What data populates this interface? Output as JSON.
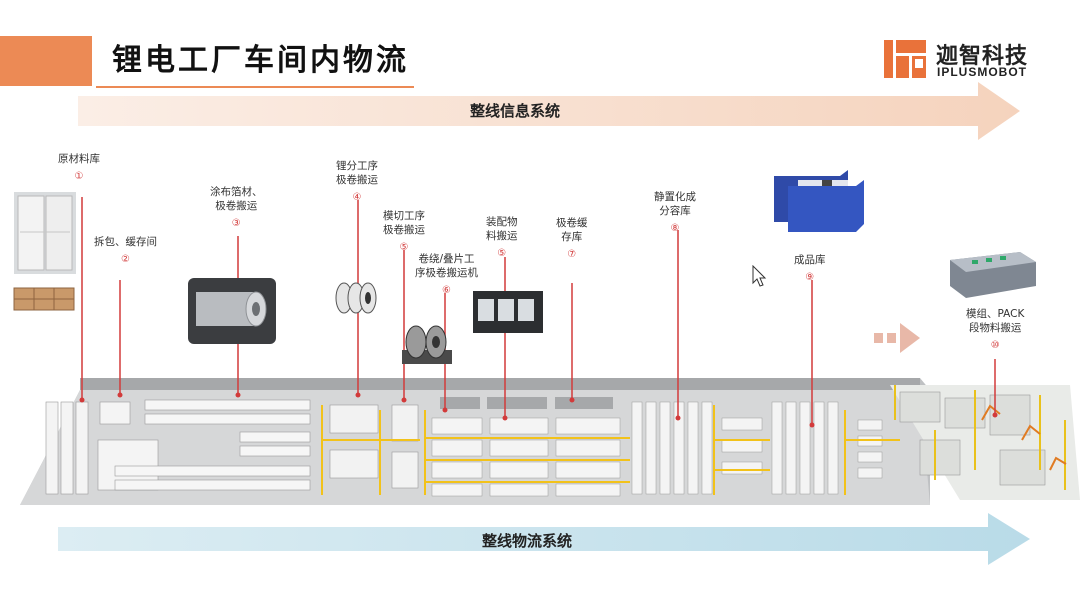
{
  "header": {
    "title": "锂电工厂车间内物流",
    "logo_cn": "迦智科技",
    "logo_en": "IPLUSMOBOT"
  },
  "top_arrow": {
    "label": "整线信息系统",
    "color": "#f8e2d4"
  },
  "bottom_arrow": {
    "label": "整线物流系统",
    "color": "#cfe5ee"
  },
  "accent_color": "#ec8a55",
  "marker_color": "#d23a3a",
  "stations": [
    {
      "label_lines": [
        "原材料库"
      ],
      "num": "①"
    },
    {
      "label_lines": [
        "拆包、缓存间"
      ],
      "num": "②"
    },
    {
      "label_lines": [
        "涂布箔材、",
        "极卷搬运"
      ],
      "num": "③"
    },
    {
      "label_lines": [
        "锂分工序",
        "极卷搬运"
      ],
      "num": "④"
    },
    {
      "label_lines": [
        "模切工序",
        "极卷搬运"
      ],
      "num": "⑤"
    },
    {
      "label_lines": [
        "卷绕/叠片工",
        "序极卷搬运机"
      ],
      "num": "⑥"
    },
    {
      "label_lines": [
        "装配物",
        "料搬运"
      ],
      "num": "⑤"
    },
    {
      "label_lines": [
        "极卷缓",
        "存库"
      ],
      "num": "⑦"
    },
    {
      "label_lines": [
        "静置化成",
        "分容库"
      ],
      "num": "⑧"
    },
    {
      "label_lines": [
        "成品库"
      ],
      "num": "⑨"
    },
    {
      "label_lines": [
        "模组、PACK",
        "段物料搬运"
      ],
      "num": "⑩"
    }
  ]
}
